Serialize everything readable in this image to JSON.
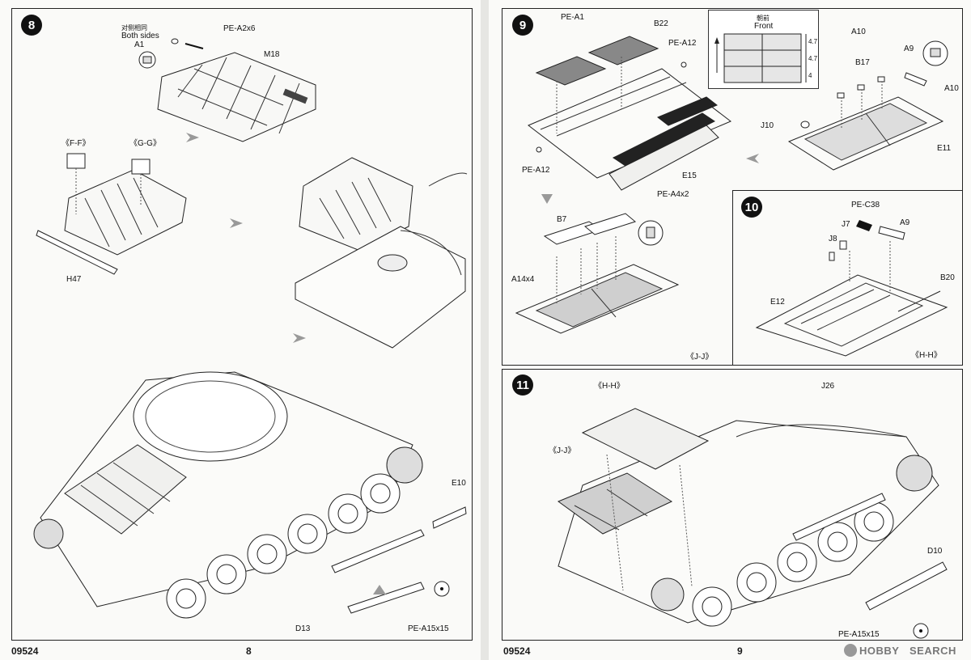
{
  "left_page": {
    "footer_code": "09524",
    "footer_page": "8",
    "step8": {
      "number": "8",
      "note_cn": "对侧相同",
      "note_en": "Both sides",
      "labels": {
        "a1": "A1",
        "pe_a2": "PE-A2x6",
        "m18": "M18",
        "ff": "《F-F》",
        "gg": "《G-G》",
        "h47": "H47",
        "e10": "E10",
        "d13": "D13",
        "pe_a15": "PE-A15x15"
      }
    }
  },
  "right_page": {
    "footer_code": "09524",
    "footer_page": "9",
    "step9": {
      "number": "9",
      "labels": {
        "pe_a1": "PE-A1",
        "b22": "B22",
        "pe_a12_top": "PE-A12",
        "pe_a12_left": "PE-A12",
        "e15": "E15",
        "pe_a4": "PE-A4x2",
        "front_cn": "朝前",
        "front_en": "Front",
        "a10_top": "A10",
        "a9": "A9",
        "b17": "B17",
        "a10_right": "A10",
        "j10": "J10",
        "e11": "E11",
        "b7": "B7",
        "a14": "A14x4",
        "jj": "《J-J》",
        "dims": [
          "4.7",
          "4.7",
          "4"
        ]
      }
    },
    "step10": {
      "number": "10",
      "labels": {
        "pe_c38": "PE-C38",
        "j7": "J7",
        "a9": "A9",
        "j8": "J8",
        "b20": "B20",
        "e12": "E12",
        "hh": "《H-H》"
      }
    },
    "step11": {
      "number": "11",
      "labels": {
        "hh": "《H-H》",
        "jj": "《J-J》",
        "j26": "J26",
        "d10": "D10",
        "pe_a15": "PE-A15x15"
      }
    }
  },
  "watermark": {
    "brand_1": "HOBBY",
    "brand_2": "SEARCH"
  }
}
